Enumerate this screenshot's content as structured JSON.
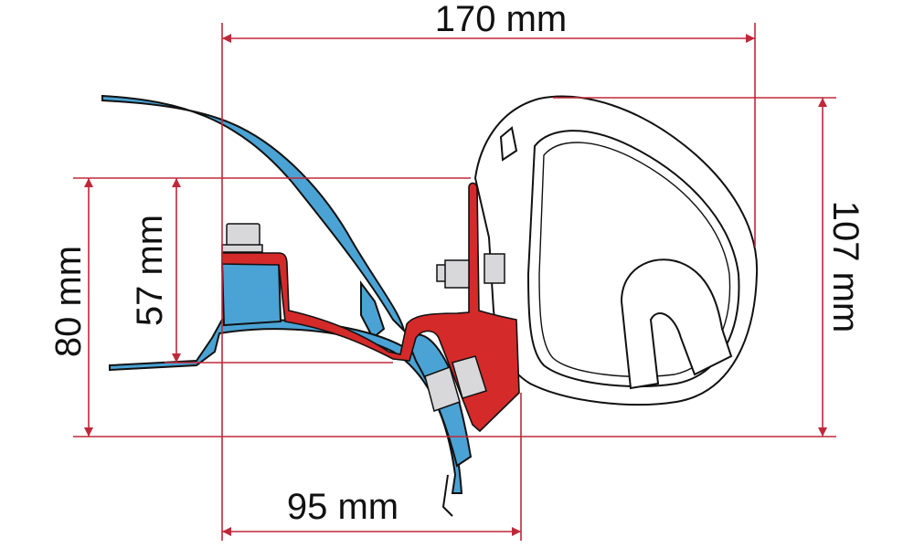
{
  "dimensions": {
    "width_total": "170 mm",
    "height_awning": "107 mm",
    "height_outer": "80 mm",
    "height_inner": "57 mm",
    "width_bracket": "95 mm"
  },
  "colors": {
    "dimension_line": "#c0283a",
    "vehicle_profile": "#4aa3d4",
    "adapter_bracket": "#d42a2a",
    "bolt": "#d8d8da",
    "outline": "#111111"
  }
}
